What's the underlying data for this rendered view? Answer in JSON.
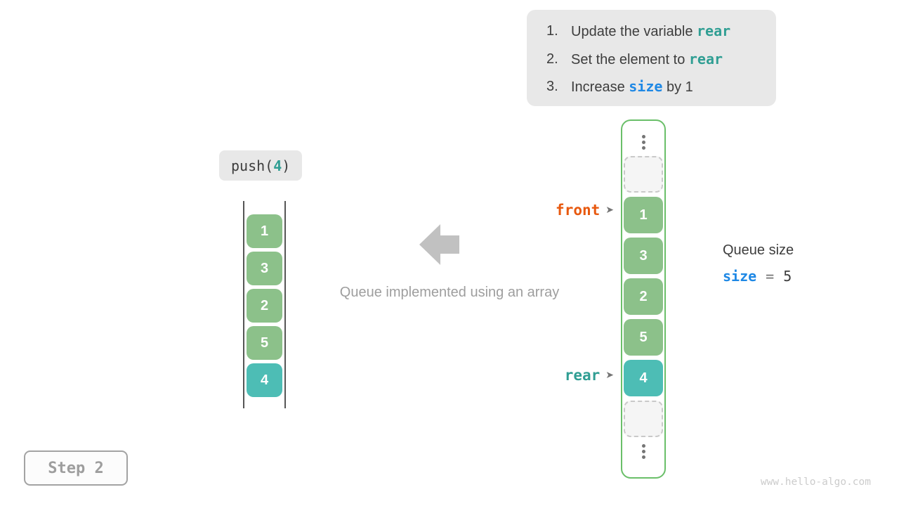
{
  "instructions": {
    "items": [
      {
        "num": "1.",
        "before": "Update the variable ",
        "code": "rear",
        "after": ""
      },
      {
        "num": "2.",
        "before": "Set the element to ",
        "code": "rear",
        "after": ""
      },
      {
        "num": "3.",
        "before": "Increase ",
        "code": "size",
        "after": " by 1"
      }
    ]
  },
  "push_label": {
    "fn": "push(",
    "arg": "4",
    "close": ")"
  },
  "left_queue": {
    "values": [
      "1",
      "3",
      "2",
      "5",
      "4"
    ],
    "highlight_index": 4
  },
  "caption": "Queue implemented using an array",
  "array_view": {
    "front_label": "front",
    "rear_label": "rear",
    "pointer_arrow": "➤",
    "cells": [
      {
        "kind": "ellipsis"
      },
      {
        "kind": "empty"
      },
      {
        "kind": "value",
        "v": "1",
        "highlight": false,
        "pointer": "front"
      },
      {
        "kind": "value",
        "v": "3",
        "highlight": false
      },
      {
        "kind": "value",
        "v": "2",
        "highlight": false
      },
      {
        "kind": "value",
        "v": "5",
        "highlight": false
      },
      {
        "kind": "value",
        "v": "4",
        "highlight": true,
        "pointer": "rear"
      },
      {
        "kind": "empty"
      },
      {
        "kind": "ellipsis"
      }
    ]
  },
  "queue_size": {
    "title": "Queue size",
    "var": "size",
    "eq": "=",
    "value": "5"
  },
  "step_label": "Step 2",
  "watermark": "www.hello-algo.com",
  "colors": {
    "green": "#8cc18a",
    "teal": "#4dbdb5",
    "container_border": "#6abf69",
    "orange": "#e8590f",
    "code_teal": "#2f9e93",
    "code_blue": "#1e88e5",
    "dark_text": "#3d3d3d",
    "gray_text": "#9e9e9e",
    "light_gray_bg": "#e8e8e8",
    "arrow_gray": "#c1c1c1",
    "dashed_border": "#c9c9c9",
    "dashed_bg": "#f5f5f5",
    "dots": "#757575",
    "queue_line": "#555555",
    "watermark": "#cccccc",
    "step_border": "#a3a3a3",
    "step_text": "#9e9e9e"
  }
}
